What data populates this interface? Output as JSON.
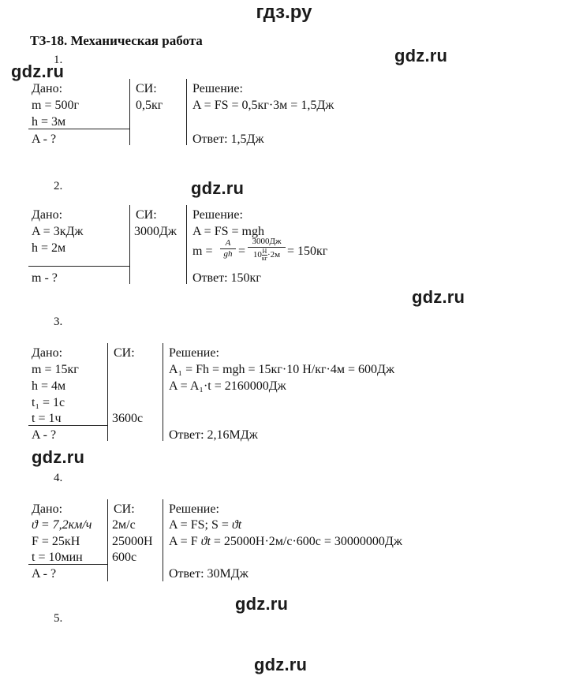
{
  "header": {
    "site": "гдз.ру"
  },
  "title": "ТЗ-18. Механическая работа",
  "watermark": "gdz.ru",
  "labels": {
    "dano": "Дано:",
    "si": "СИ:",
    "solution": "Решение:"
  },
  "problems": [
    {
      "number": "1.",
      "given": [
        "m = 500г",
        "h = 3м"
      ],
      "find": "A - ?",
      "si": [
        "0,5кг"
      ],
      "solution": [
        "A = FS = 0,5кг·3м = 1,5Дж"
      ],
      "answer": "Ответ: 1,5Дж"
    },
    {
      "number": "2.",
      "given": [
        "A = 3кДж",
        "h = 2м"
      ],
      "find": "m - ?",
      "si": [
        "3000Дж"
      ],
      "solution": [
        "A = FS = mgh"
      ],
      "formula": {
        "lhs": "m =",
        "f1_num": "A",
        "f1_den": "gh",
        "eq": "=",
        "f2_num": "3000Дж",
        "f2_den_coef": "10",
        "f2_den_num": "Н",
        "f2_den_den": "кг",
        "f2_den_tail": "·2м",
        "result": "= 150кг"
      },
      "answer": "Ответ: 150кг"
    },
    {
      "number": "3.",
      "given": [
        "m = 15кг",
        "h = 4м",
        "t₁ = 1с",
        "t = 1ч"
      ],
      "find": "A - ?",
      "si": [
        "3600с"
      ],
      "solution": [
        "A₁ = Fh = mgh = 15кг·10 Н/кг·4м = 600Дж",
        "A = A₁·t = 2160000Дж"
      ],
      "answer": "Ответ: 2,16МДж"
    },
    {
      "number": "4.",
      "given": [
        "ϑ = 7,2км/ч",
        "F = 25кН",
        "t = 10мин"
      ],
      "find": "A - ?",
      "si": [
        "2м/с",
        "25000Н",
        "600с"
      ],
      "solution_a": "A = FS;   S = ",
      "solution_a_var": "ϑt",
      "solution_b_pre": "A = F ",
      "solution_b_var": "ϑt",
      "solution_b_post": " = 25000Н·2м/с·600с = 30000000Дж",
      "answer": "Ответ: 30МДж"
    },
    {
      "number": "5."
    }
  ]
}
